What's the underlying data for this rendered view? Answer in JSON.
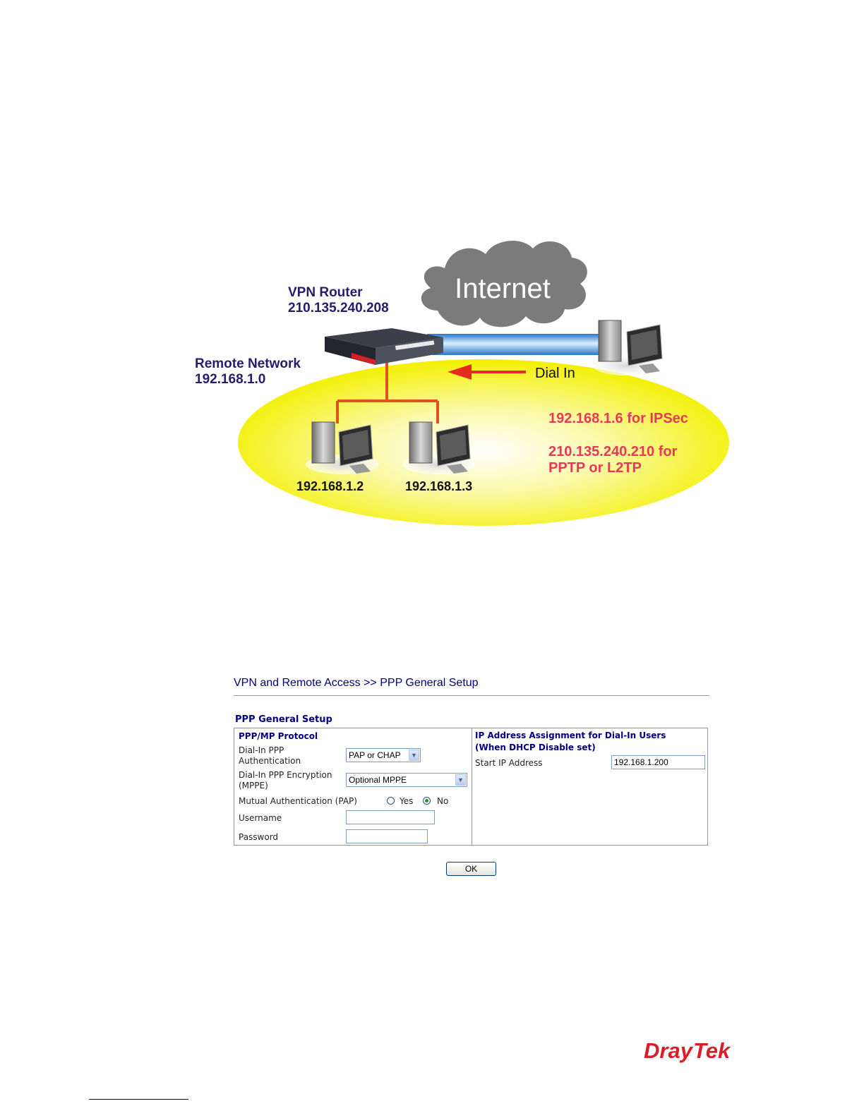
{
  "diagram": {
    "cloud_label": "Internet",
    "router_title": "VPN Router",
    "router_ip": "210.135.240.208",
    "remote_title": "Remote Network",
    "remote_ip": "192.168.1.0",
    "dial_in": "Dial In",
    "ipsec_note": "192.168.1.6 for IPSec",
    "pptp_note_line1": "210.135.240.210 for",
    "pptp_note_line2": "PPTP or L2TP",
    "host1_ip": "192.168.1.2",
    "host2_ip": "192.168.1.3",
    "colors": {
      "label": "#2a1a6e",
      "note": "#e8385a",
      "ellipse": "#f3f000",
      "cloud": "#7a7a7a",
      "link_line": "#e0521f",
      "vpn_tunnel": "#3aa0e8"
    }
  },
  "breadcrumb": "VPN and Remote Access >> PPP General Setup",
  "section_title": "PPP General Setup",
  "left": {
    "header": "PPP/MP Protocol",
    "auth_label_1": "Dial-In PPP",
    "auth_label_2": "Authentication",
    "auth_value": "PAP or CHAP",
    "enc_label_1": "Dial-In PPP Encryption",
    "enc_label_2": "(MPPE)",
    "enc_value": "Optional MPPE",
    "mutual_label": "Mutual Authentication (PAP)",
    "yes_label": "Yes",
    "no_label": "No",
    "mutual_selected": "No",
    "username_label": "Username",
    "username_value": "",
    "password_label": "Password",
    "password_value": ""
  },
  "right": {
    "header_1": "IP Address Assignment for Dial-In Users",
    "header_2": "(When DHCP Disable set)",
    "start_ip_label": "Start IP Address",
    "start_ip_value": "192.168.1.200"
  },
  "ok_label": "OK",
  "logo": {
    "part1": "Dray",
    "part2": "Tek",
    "color": "#d81e27"
  }
}
